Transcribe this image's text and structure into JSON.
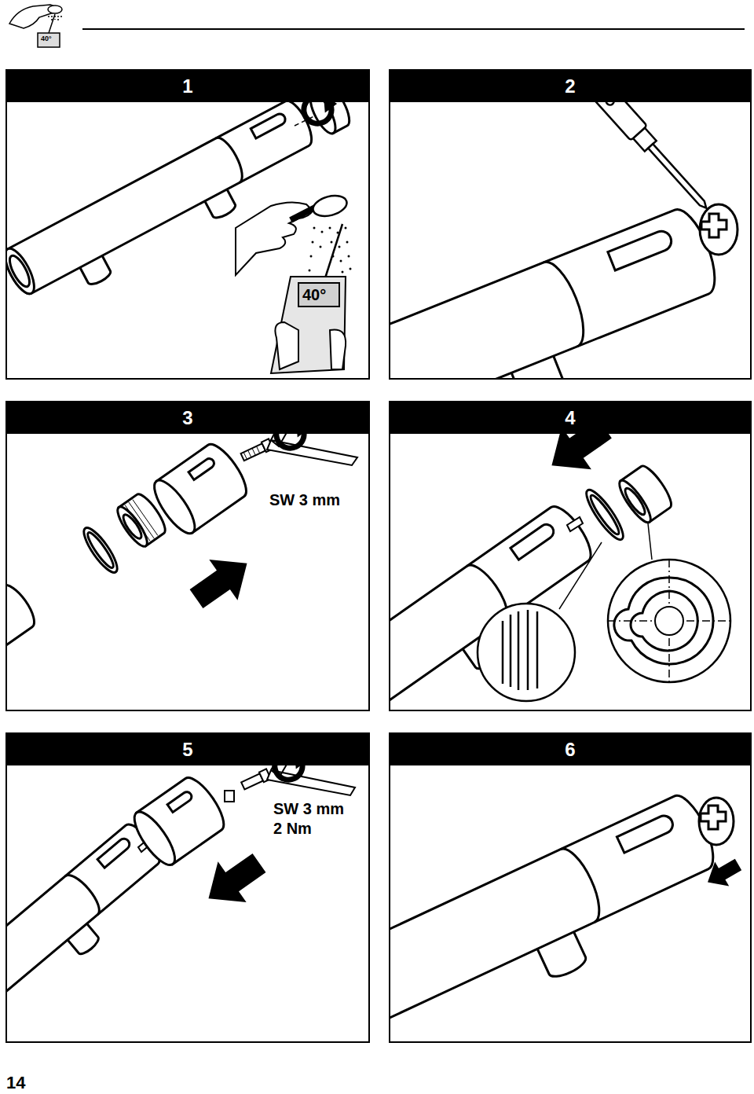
{
  "diagram": {
    "nodes": [
      {
        "text": [
          "1"
        ]
      },
      {
        "text": [
          "2"
        ]
      },
      {
        "text": [
          "3"
        ]
      },
      {
        "text": [
          "4"
        ]
      },
      {
        "text": [
          "5"
        ]
      },
      {
        "text": [
          "6"
        ]
      }
    ],
    "labels": [
      "40°",
      "40°",
      "SW 3 mm",
      "SW 3 mm",
      "2 Nm",
      "14"
    ]
  }
}
